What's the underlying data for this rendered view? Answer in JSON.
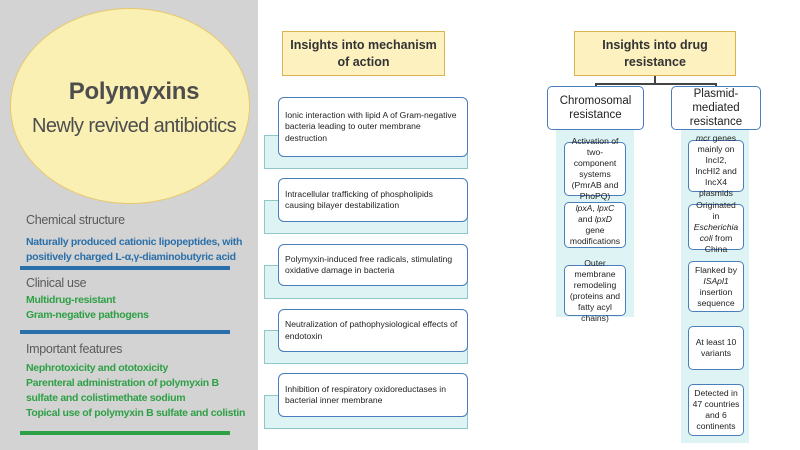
{
  "title": {
    "main": "Polymyxins",
    "sub": "Newly revived antibiotics"
  },
  "chemical": {
    "heading": "Chemical structure",
    "lines": [
      "Naturally produced cationic lipopeptides, with",
      "positively charged L-α,γ-diaminobutyric acid"
    ]
  },
  "clinical": {
    "heading": "Clinical use",
    "lines": [
      "Multidrug-resistant",
      "Gram-negative pathogens"
    ]
  },
  "features": {
    "heading": "Important features",
    "lines": [
      "Nephrotoxicity and ototoxicity",
      "Parenteral administration of polymyxin B",
      "sulfate and colistimethate sodium",
      "Topical use of polymyxin B sulfate and colistin"
    ]
  },
  "mechanism": {
    "heading": "Insights into mechanism of action",
    "items": [
      "Ionic interaction with lipid A of Gram-negative bacteria leading to outer membrane destruction",
      "Intracellular trafficking of phospholipids causing bilayer destabilization",
      "Polymyxin-induced free radicals, stimulating oxidative damage in bacteria",
      "Neutralization of pathophysiological effects of endotoxin",
      "Inhibition of respiratory oxidoreductases in bacterial inner membrane"
    ]
  },
  "resistance": {
    "heading": "Insights into drug resistance",
    "chromosomal": {
      "heading": "Chromosomal resistance",
      "items": [
        "Activation of two-component systems (PmrAB and PhoPQ)",
        "lpxA, lpxC and lpxD gene modifications",
        "Outer membrane remodeling (proteins and fatty acyl chains)"
      ]
    },
    "plasmid": {
      "heading": "Plasmid-mediated resistance",
      "items": [
        "mcr genes mainly on IncI2, IncHI2 and IncX4 plasmids",
        "Originated in Escherichia coli from China",
        "Flanked by ISApl1 insertion sequence",
        "At least 10 variants",
        "Detected in 47 countries and 6 continents"
      ]
    }
  },
  "colors": {
    "panel": "#d3d3d3",
    "circle": "#fbf0b4",
    "blue_text": "#2a6fa9",
    "green_text": "#2ea045",
    "box_border": "#4a7dbb",
    "band": "#ddf3f4"
  }
}
